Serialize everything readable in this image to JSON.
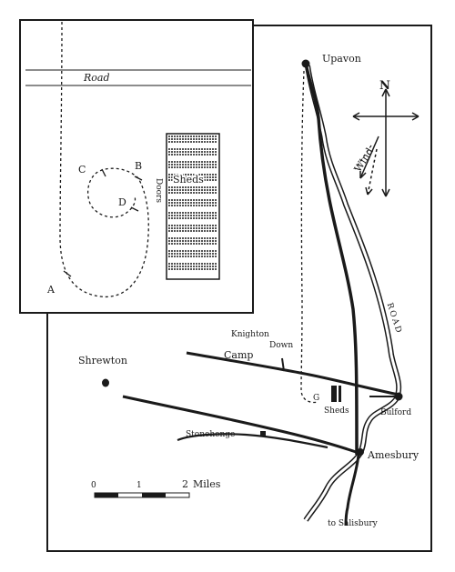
{
  "inset": {
    "road_label": "Road",
    "sheds_label": "Sheds",
    "doors_label": "Doors",
    "points": {
      "a": "A",
      "b": "B",
      "c": "C",
      "d": "D"
    }
  },
  "main": {
    "places": {
      "upavon": "Upavon",
      "shrewton": "Shrewton",
      "knighton_down": "Knighton",
      "knighton_down_2": "Down",
      "camp": "Camp",
      "stonehenge": "Stonehenge",
      "bulford": "Bulford",
      "amesbury": "Amesbury",
      "salisbury": "to Salisbury",
      "sheds": "Sheds",
      "g": "G"
    },
    "compass": {
      "north": "N",
      "wind": "Wind"
    },
    "road_label": "ROAD",
    "scale": {
      "ticks": [
        "0",
        "1",
        "2"
      ],
      "unit": "Miles"
    }
  },
  "colors": {
    "ink": "#1a1a1a",
    "paper": "#ffffff",
    "river": "#ffffff"
  }
}
